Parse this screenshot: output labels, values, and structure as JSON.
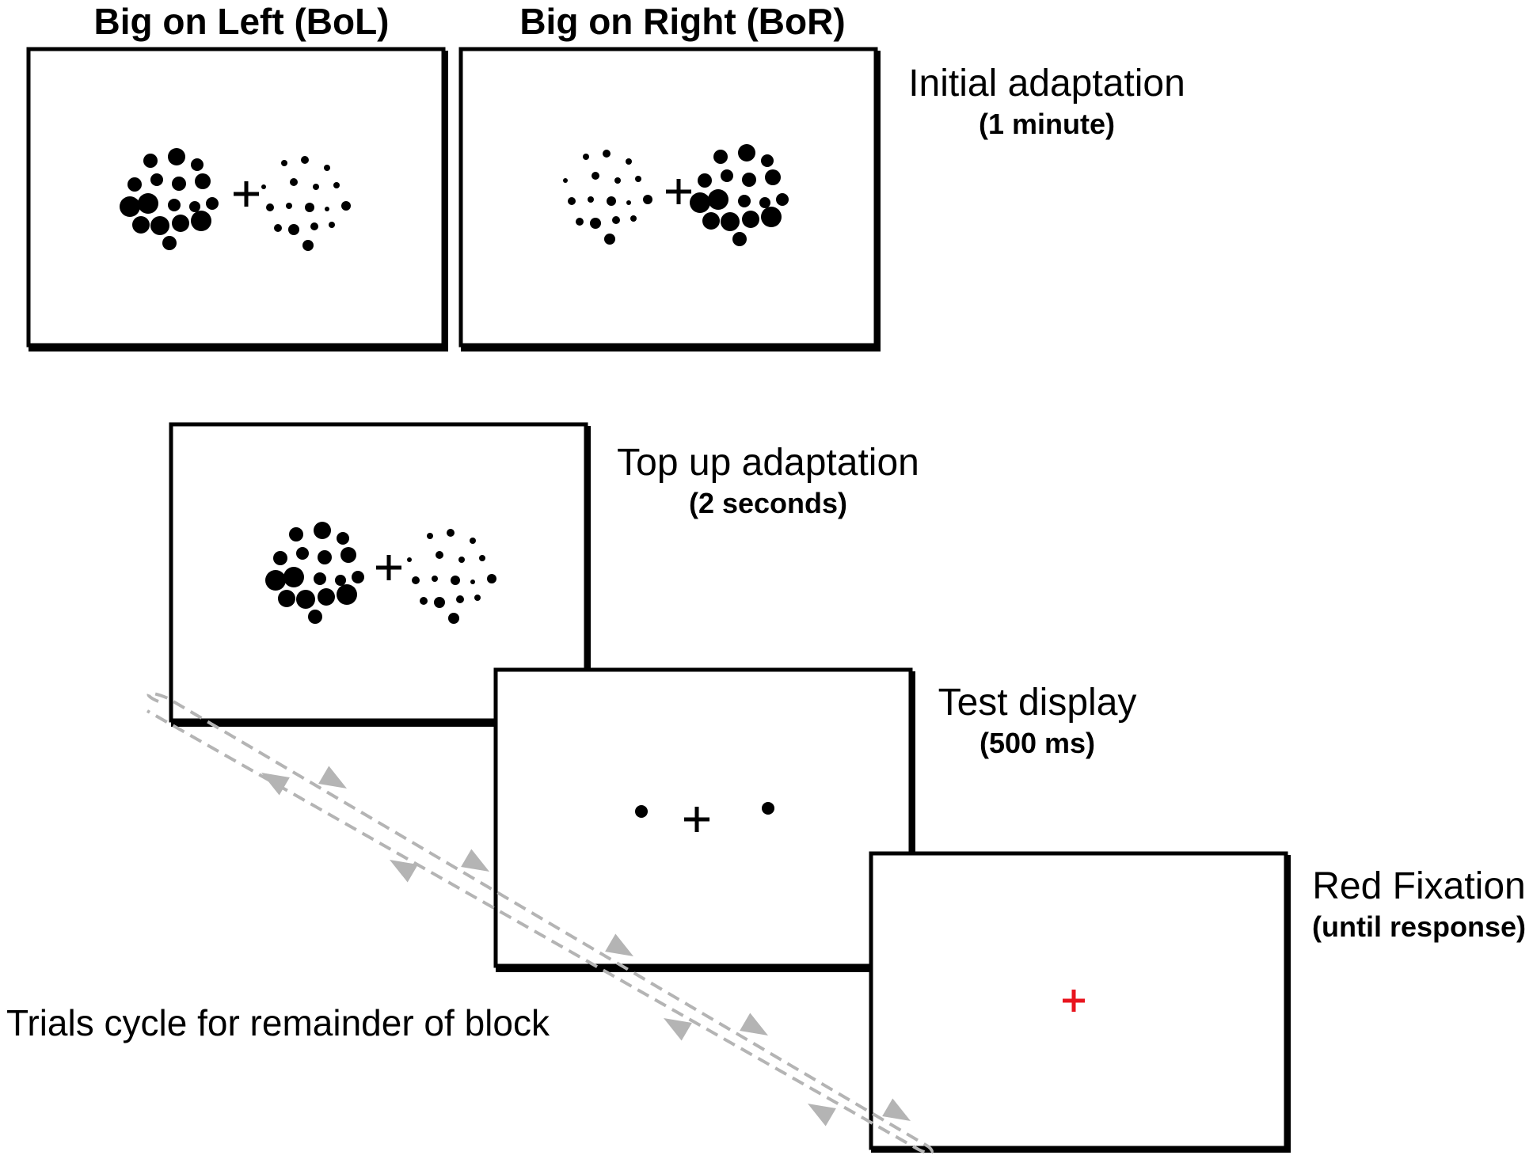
{
  "labels": {
    "bol_title": "Big on Left (BoL)",
    "bor_title": "Big on Right (BoR)",
    "initial_adaptation": "Initial adaptation",
    "initial_duration": "(1 minute)",
    "top_up": "Top up adaptation",
    "top_up_duration": "(2 seconds)",
    "test_display": "Test display",
    "test_duration": "(500 ms)",
    "red_fixation": "Red Fixation",
    "red_fixation_duration": "(until response)",
    "trials_cycle": "Trials cycle for remainder of block"
  },
  "colors": {
    "fixation_red": "#e8141e",
    "cycle_arrow_gray": "#b4b4b4",
    "dot_black": "#000000"
  }
}
